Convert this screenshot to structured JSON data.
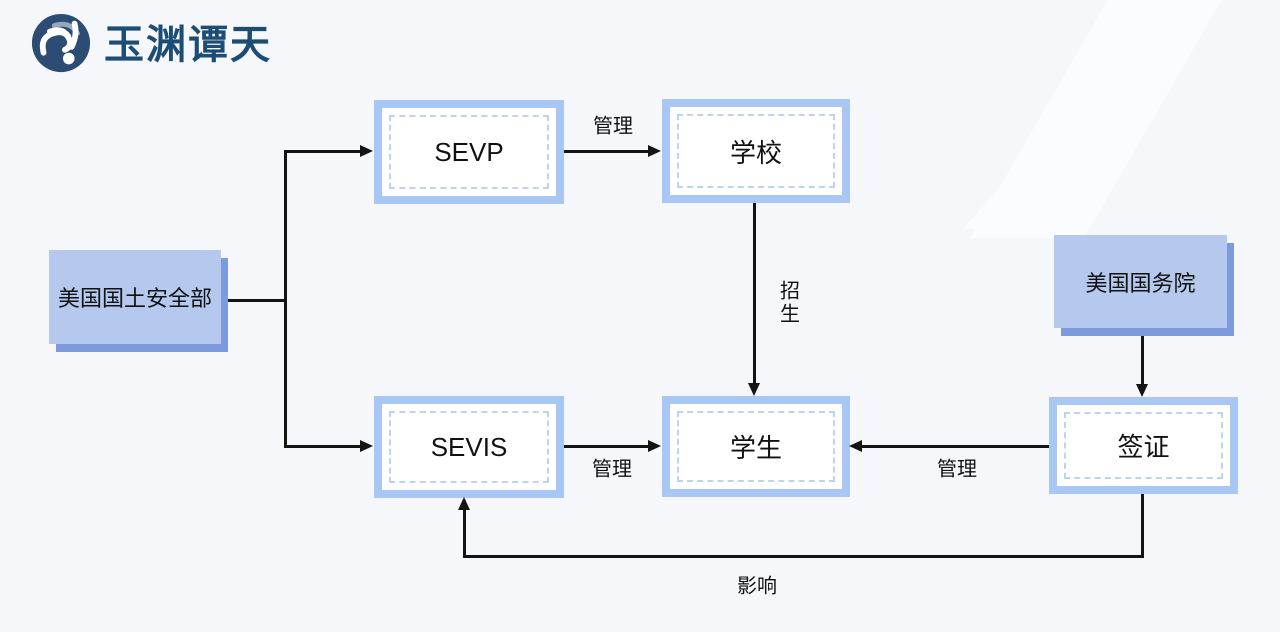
{
  "brand": {
    "logo_text": "玉渊谭天",
    "logo_icon": "wave-exclamation-circle",
    "logo_circle_color": "#2c4c74",
    "logo_text_color": "#1d4c74"
  },
  "diagram": {
    "background_color": "#f5f7fa",
    "arrow_color": "#141414",
    "node_styles": {
      "solid_fill": "#b5c9ee",
      "solid_shadow": "#7d9bdc",
      "framed_border": "#a9c7f4",
      "framed_dashed_border": "#bcd4f2",
      "framed_fill": "#ffffff"
    },
    "nodes": {
      "dhs": {
        "label": "美国国土安全部",
        "style": "solid"
      },
      "sevp": {
        "label": "SEVP",
        "style": "framed"
      },
      "school": {
        "label": "学校",
        "style": "framed"
      },
      "sevis": {
        "label": "SEVIS",
        "style": "framed"
      },
      "student": {
        "label": "学生",
        "style": "framed"
      },
      "state": {
        "label": "美国国务院",
        "style": "solid"
      },
      "visa": {
        "label": "签证",
        "style": "framed"
      }
    },
    "edge_labels": {
      "sevp_school": "管理",
      "school_student": "招生",
      "sevis_student": "管理",
      "visa_student": "管理",
      "visa_sevis": "影响"
    },
    "edges": [
      {
        "from": "dhs",
        "to": "sevp",
        "label": ""
      },
      {
        "from": "dhs",
        "to": "sevis",
        "label": ""
      },
      {
        "from": "sevp",
        "to": "school",
        "label": "管理"
      },
      {
        "from": "school",
        "to": "student",
        "label": "招生"
      },
      {
        "from": "sevis",
        "to": "student",
        "label": "管理"
      },
      {
        "from": "state",
        "to": "visa",
        "label": ""
      },
      {
        "from": "visa",
        "to": "student",
        "label": "管理"
      },
      {
        "from": "visa",
        "to": "sevis",
        "label": "影响"
      }
    ]
  }
}
